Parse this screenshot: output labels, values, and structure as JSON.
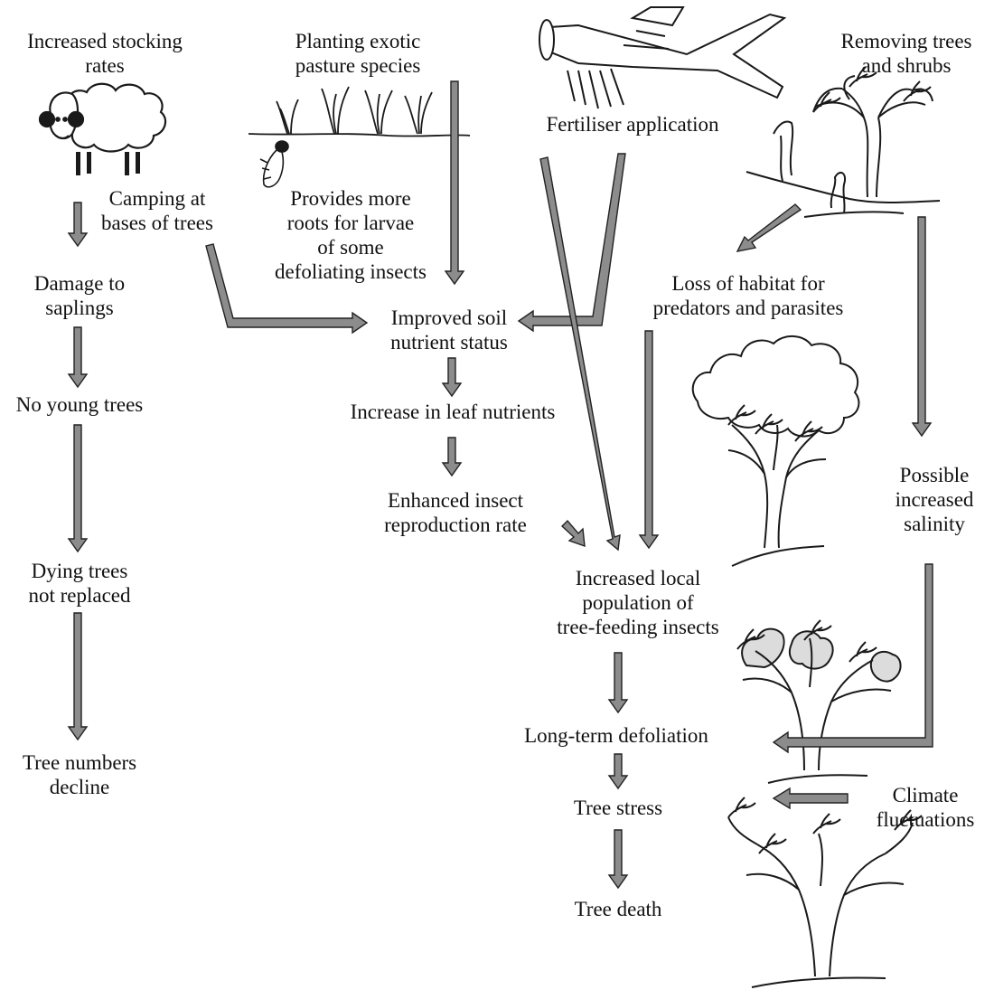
{
  "colors": {
    "arrow_fill": "#8c8c8c",
    "arrow_stroke": "#222222",
    "line": "#1a1a1a",
    "foliage_grey": "#dcdcdc",
    "background": "#ffffff"
  },
  "icons": [
    "sheep-icon",
    "pasture-plants-icon",
    "larva-icon",
    "airplane-icon",
    "cut-trees-icon",
    "healthy-tree-icon",
    "defoliated-tree-icon",
    "dead-tree-icon"
  ],
  "nodes": {
    "increased_stocking": [
      "Increased stocking",
      "rates"
    ],
    "planting_exotic": [
      "Planting exotic",
      "pasture species"
    ],
    "fertiliser": [
      "Fertiliser application"
    ],
    "removing_trees": [
      "Removing trees",
      "and shrubs"
    ],
    "camping": [
      "Camping at",
      "bases of trees"
    ],
    "provides_roots": [
      "Provides more",
      "roots for larvae",
      "of some",
      "defoliating insects"
    ],
    "damage_saplings": [
      "Damage to",
      "saplings"
    ],
    "loss_habitat": [
      "Loss of habitat for",
      "predators and parasites"
    ],
    "improved_soil": [
      "Improved soil",
      "nutrient status"
    ],
    "no_young_trees": [
      "No young trees"
    ],
    "leaf_nutrients": [
      "Increase in leaf nutrients"
    ],
    "enhanced_insect": [
      "Enhanced insect",
      "reproduction rate"
    ],
    "possible_salinity": [
      "Possible",
      "increased",
      "salinity"
    ],
    "dying_trees": [
      "Dying trees",
      "not replaced"
    ],
    "increased_local": [
      "Increased local",
      "population of",
      "tree-feeding insects"
    ],
    "tree_numbers": [
      "Tree numbers",
      "decline"
    ],
    "long_term": [
      "Long-term defoliation"
    ],
    "climate": [
      "Climate",
      "fluctuations"
    ],
    "tree_stress": [
      "Tree stress"
    ],
    "tree_death": [
      "Tree death"
    ]
  }
}
